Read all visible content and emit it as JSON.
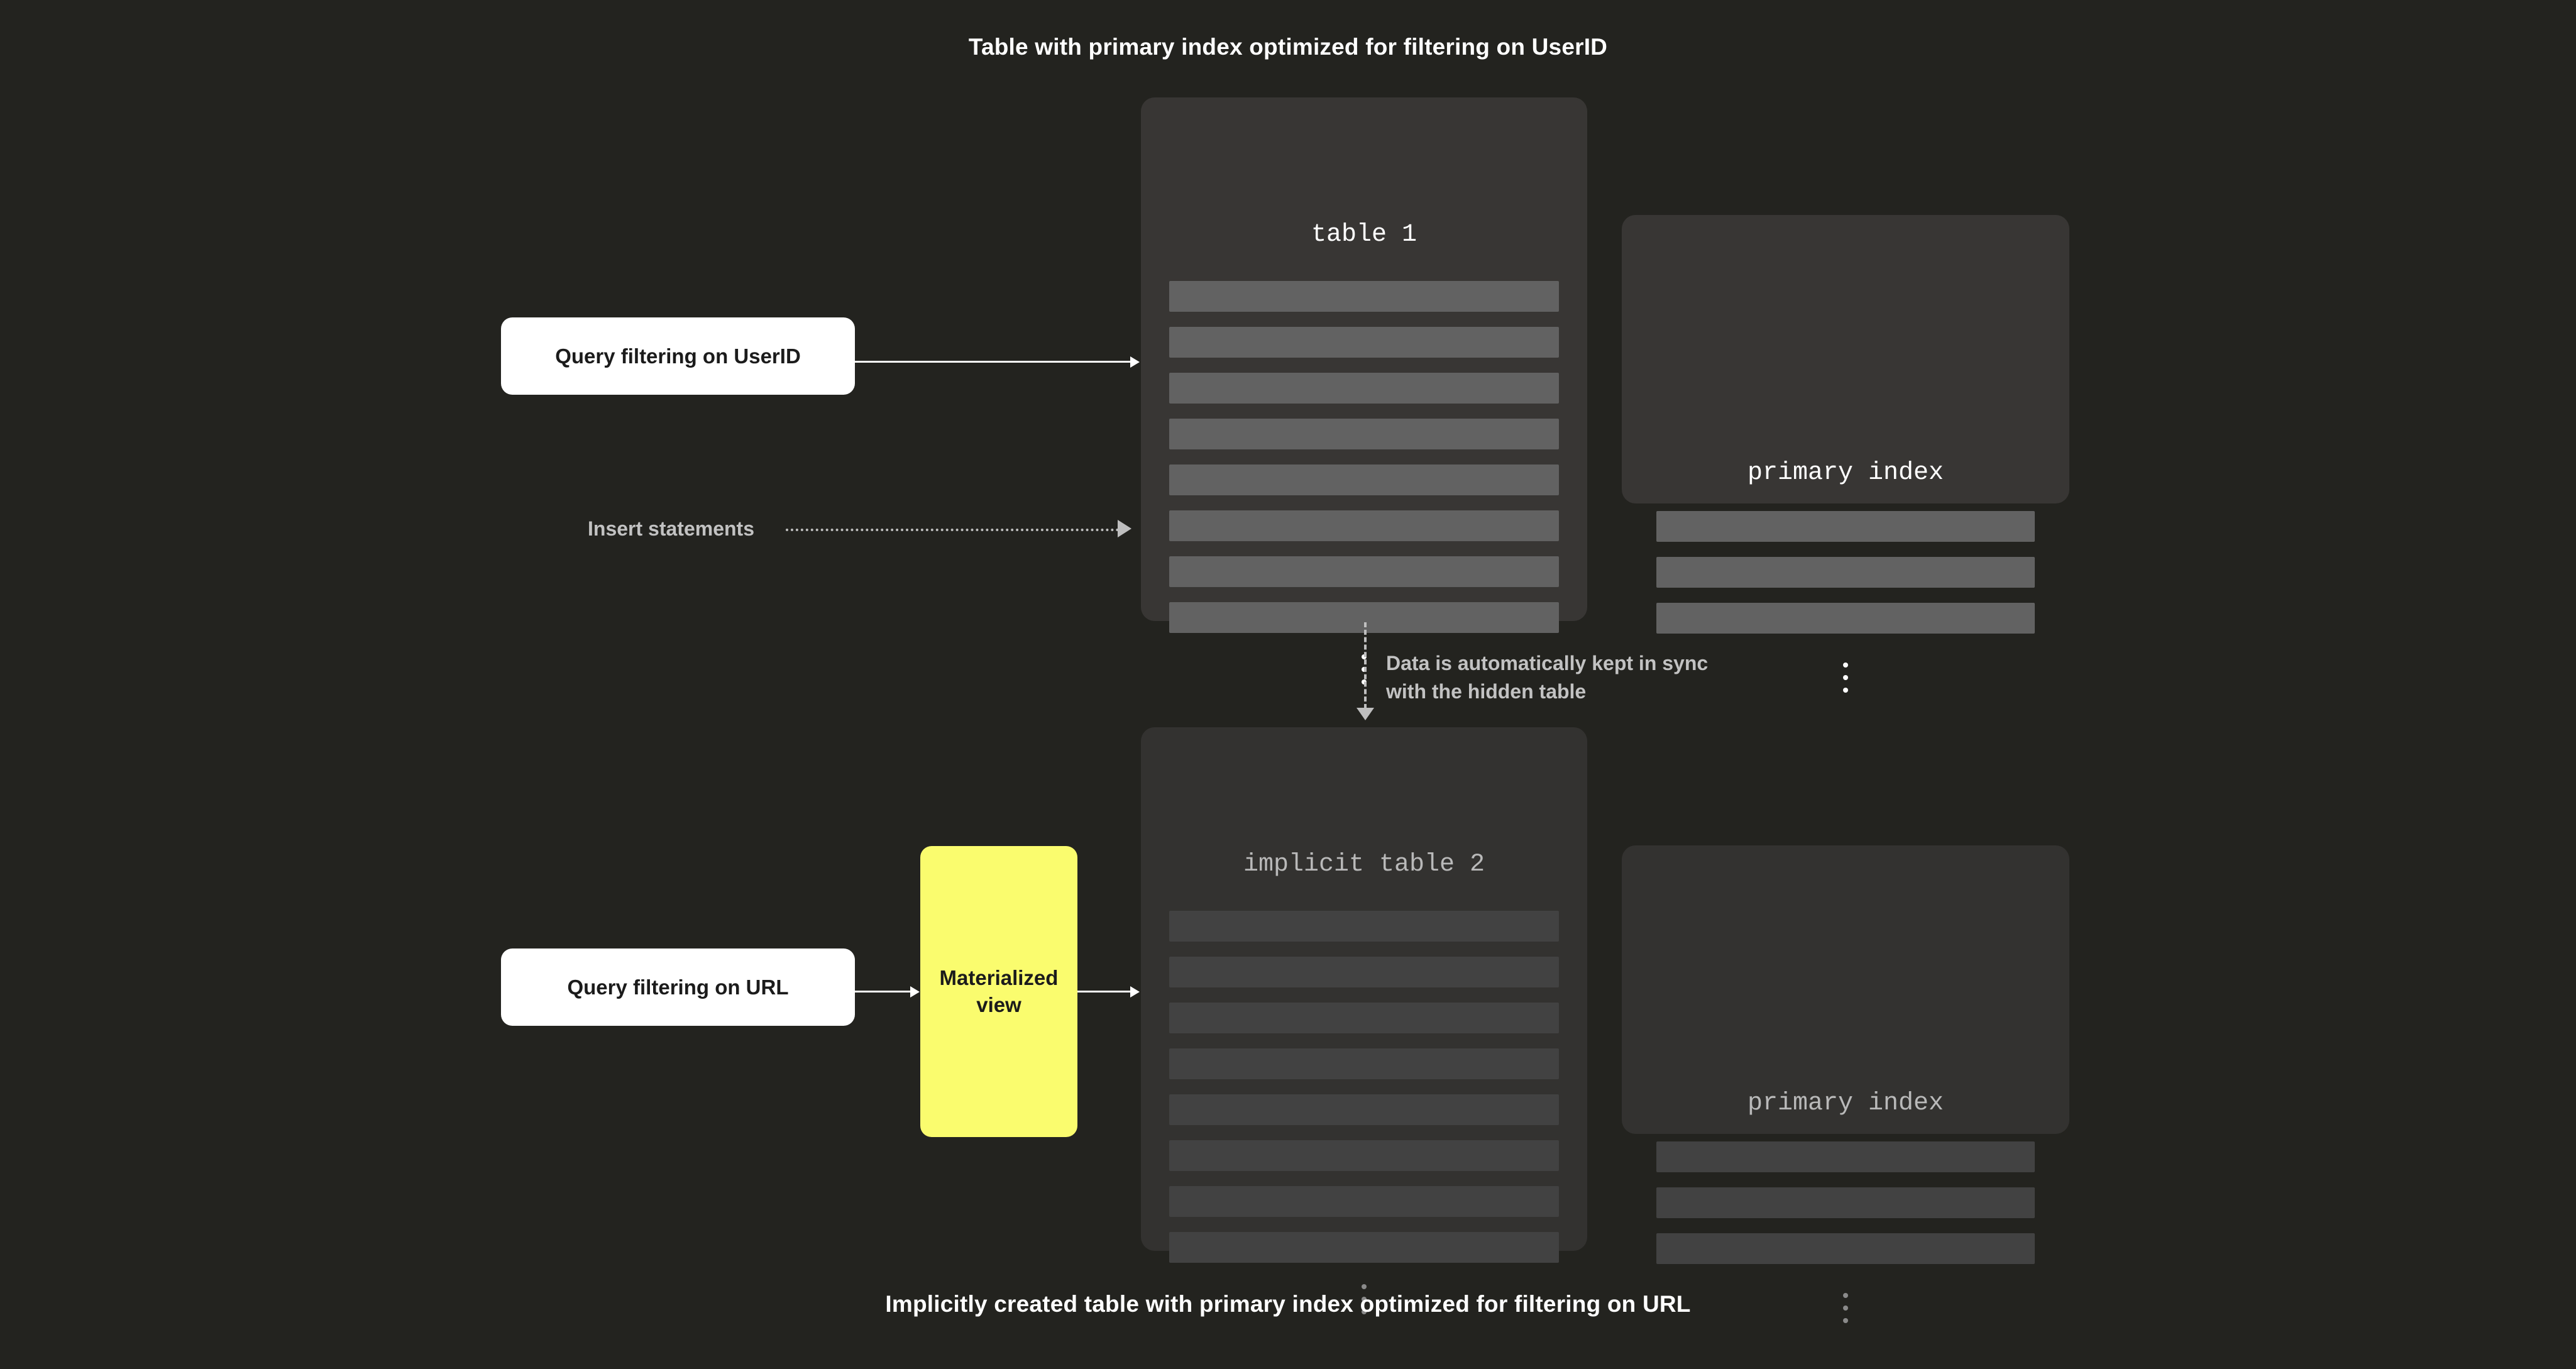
{
  "background_color": "#23231f",
  "captions": {
    "top": "Table with primary index optimized for filtering on UserID",
    "bottom": "Implicitly created table with primary index optimized for filtering on URL"
  },
  "accent_colors": {
    "materialized_view": "#fafc6e",
    "query_box": "#ffffff",
    "card_bright": "#383634",
    "card_dim": "#333230",
    "row_bright": "#626262",
    "row_dim": "#424242",
    "connector": "#ffffff",
    "connector_muted": "#bfbfbf"
  },
  "nodes": {
    "query_userid": {
      "label": "Query filtering on UserID"
    },
    "query_url": {
      "label": "Query filtering on URL"
    },
    "materialized_view": {
      "label": "Materialized\nview"
    },
    "table1": {
      "title": "table 1",
      "row_count": 8,
      "ellipsis": "⋮"
    },
    "table2": {
      "title": "implicit table 2",
      "row_count": 8,
      "ellipsis": "⋮"
    },
    "index_top": {
      "title": "primary index",
      "row_count": 3,
      "ellipsis": "⋮"
    },
    "index_bottom": {
      "title": "primary index",
      "row_count": 3,
      "ellipsis": "⋮"
    }
  },
  "connectors": {
    "insert_statements": {
      "label": "Insert statements",
      "style": "dotted-arrow"
    },
    "sync_note": {
      "label": "Data is automatically kept in sync\nwith the hidden table",
      "style": "dashed-arrow-down"
    },
    "query_userid_to_table1": {
      "style": "solid-arrow"
    },
    "query_url_to_mv": {
      "style": "solid-arrow"
    },
    "mv_to_table2": {
      "style": "solid-arrow"
    }
  }
}
